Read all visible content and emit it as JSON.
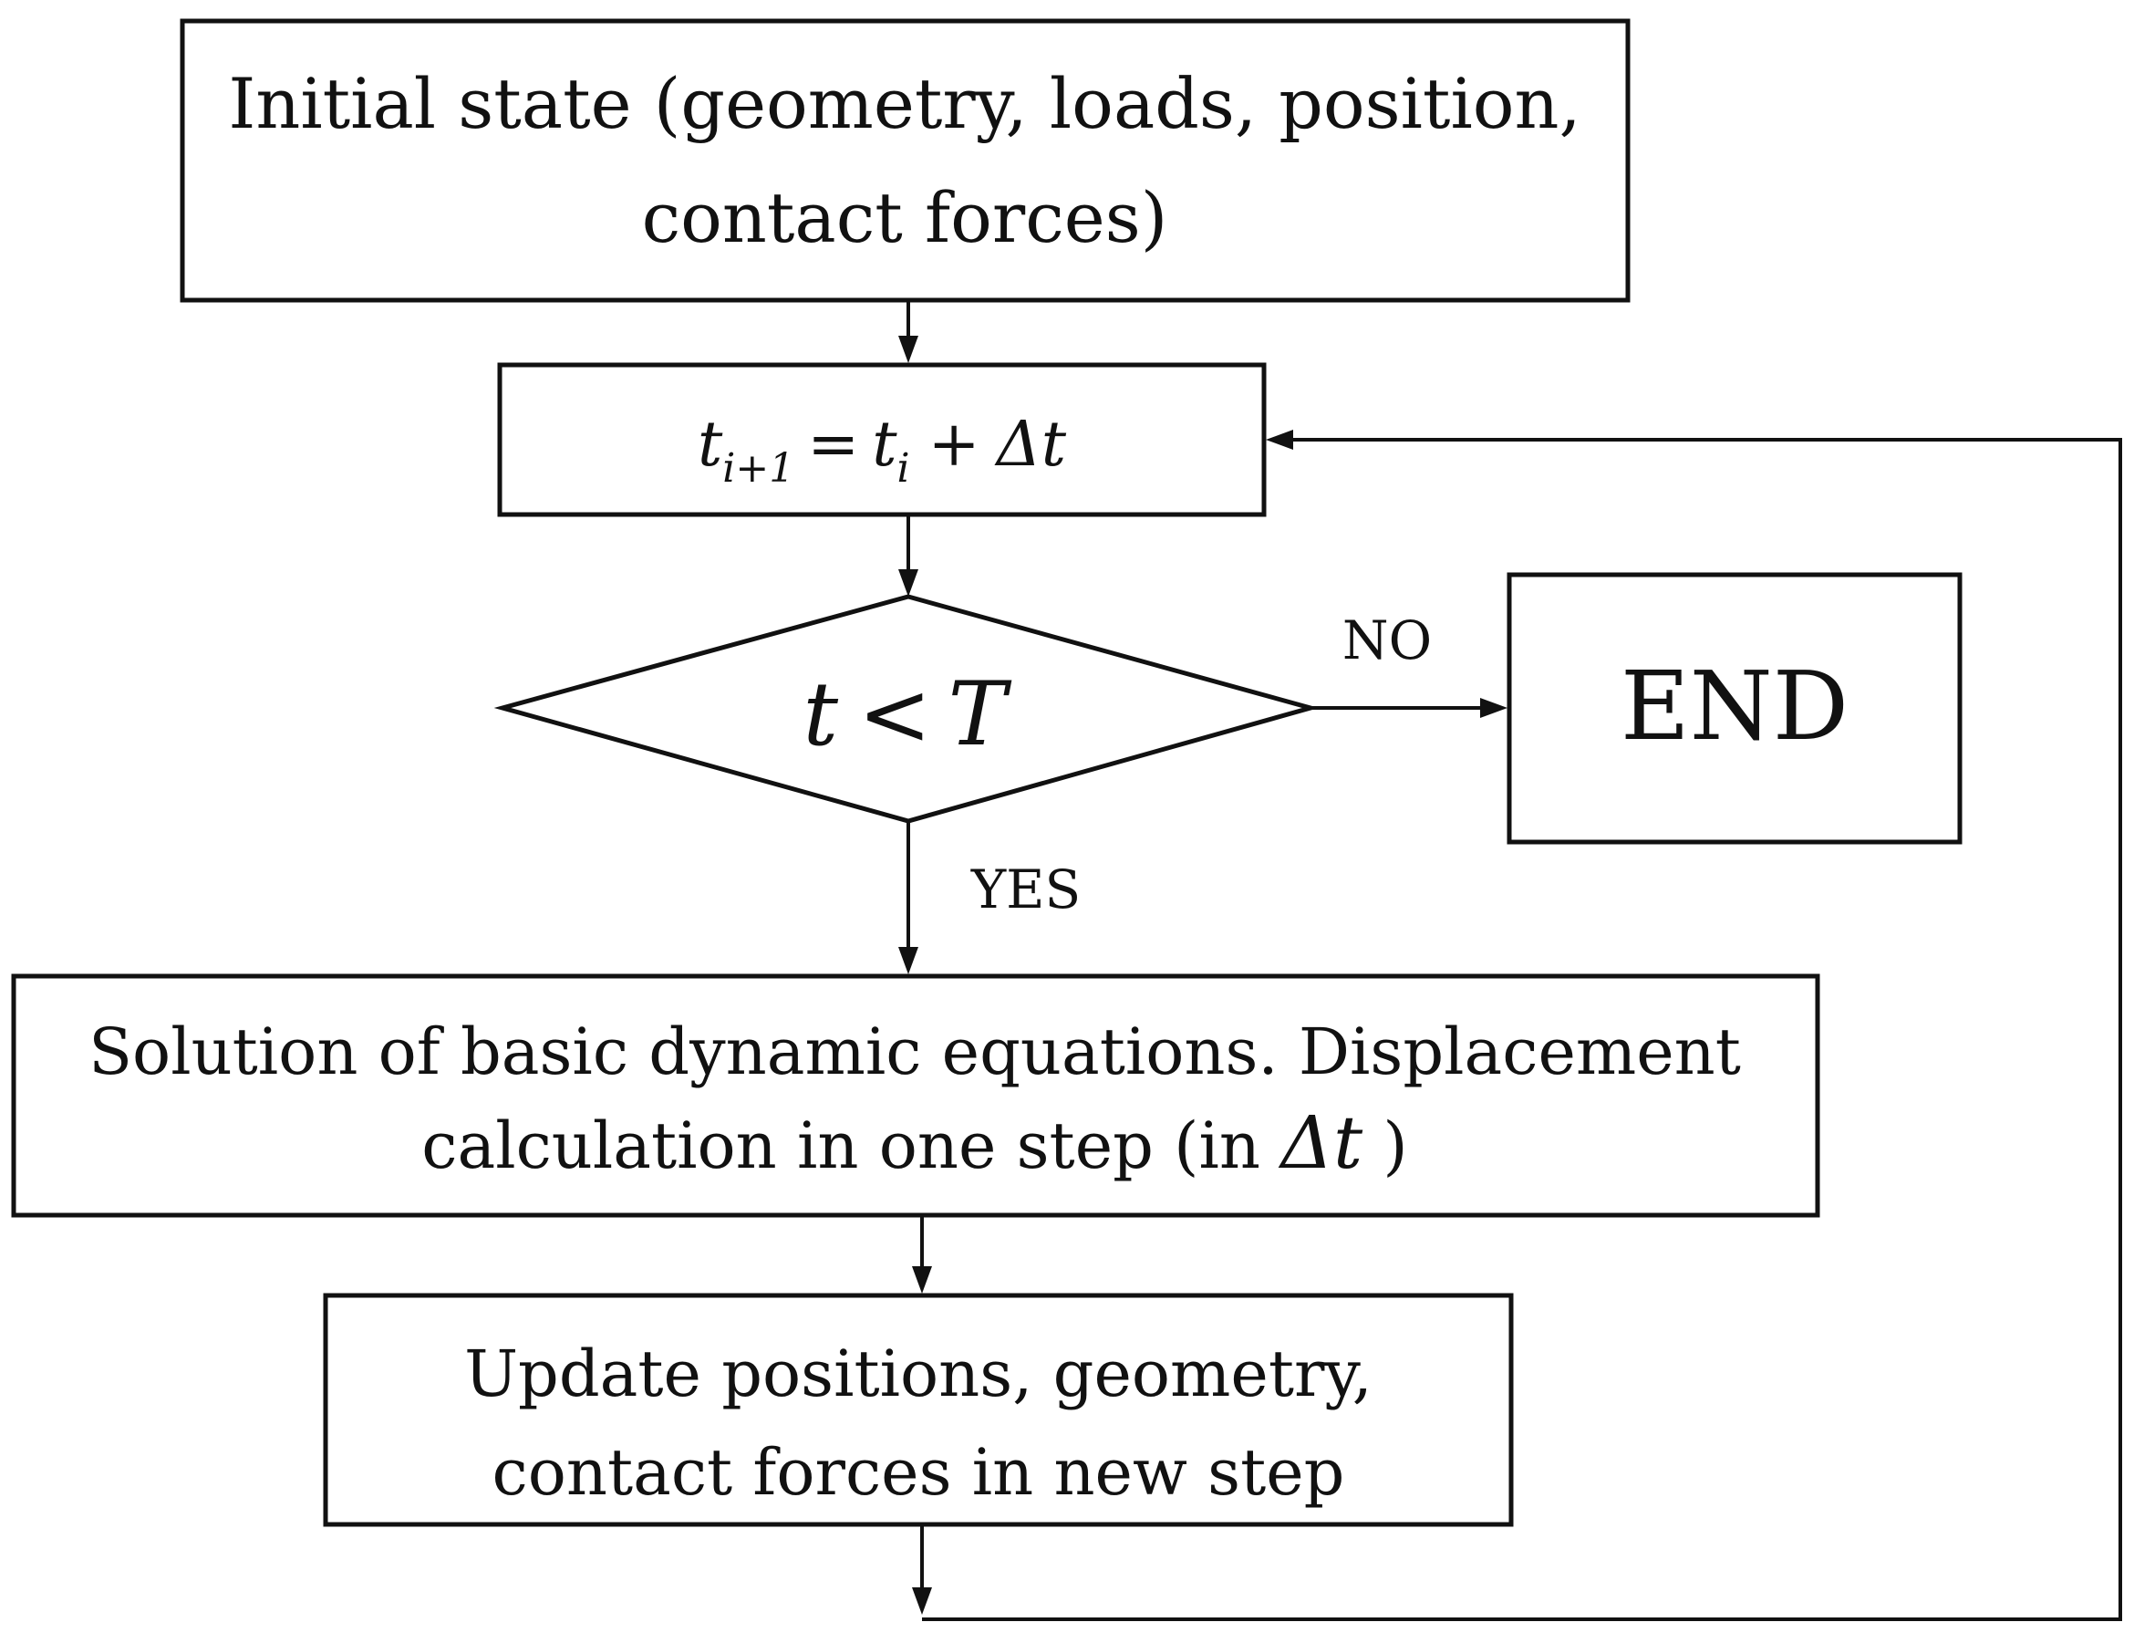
{
  "nodes": {
    "initial_state": {
      "line1": "Initial state (geometry, loads, position,",
      "line2": "contact forces)"
    },
    "time_step": {
      "lhs_var": "t",
      "lhs_sub": "i+1",
      "equals": "=",
      "rhs_var": "t",
      "rhs_sub": "i",
      "plus": "+",
      "delta": "Δt"
    },
    "decision": {
      "var": "t",
      "op": "<",
      "bound": "T"
    },
    "end": {
      "label": "END"
    },
    "solution": {
      "line1": "Solution of basic dynamic equations. Displacement",
      "line2_prefix": "calculation in one step (in ",
      "line2_math": "Δt",
      "line2_suffix": " )"
    },
    "update": {
      "line1": "Update positions, geometry,",
      "line2": "contact forces in new step"
    }
  },
  "edges": {
    "no_label": "NO",
    "yes_label": "YES"
  },
  "colors": {
    "stroke": "#111111",
    "background": "#ffffff"
  }
}
